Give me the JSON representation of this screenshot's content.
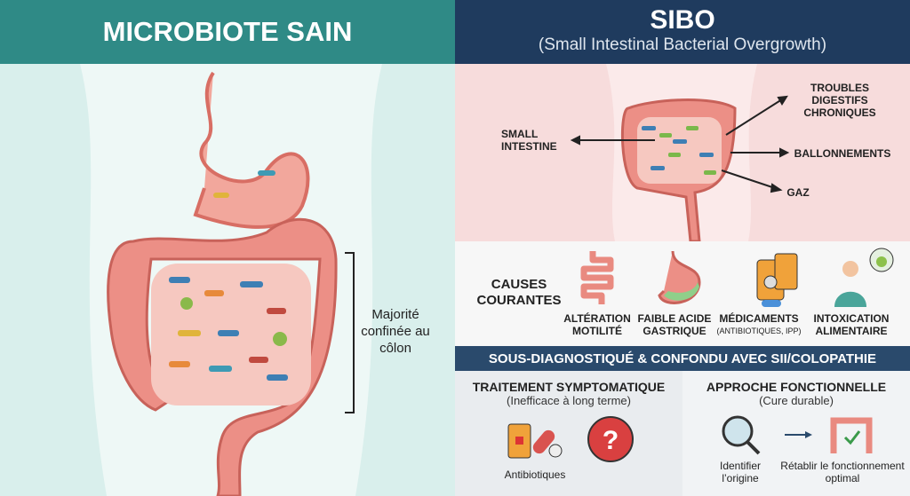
{
  "left": {
    "title": "MICROBIOTE SAIN",
    "annotation": "Majorité confinée au côlon"
  },
  "right": {
    "title": "SIBO",
    "subtitle": "(Small Intestinal Bacterial Overgrowth)",
    "labels": {
      "small_intestine": "SMALL INTESTINE",
      "troubles": "TROUBLES DIGESTIFS CHRONIQUES",
      "ballonnements": "BALLONNEMENTS",
      "gaz": "GAZ"
    },
    "causes": {
      "title": "CAUSES COURANTES",
      "items": [
        {
          "label": "ALTÉRATION MOTILITÉ",
          "note": ""
        },
        {
          "label": "FAIBLE ACIDE GASTRIQUE",
          "note": ""
        },
        {
          "label": "MÉDICAMENTS",
          "note": "(ANTIBIOTIQUES, IPP)"
        },
        {
          "label": "INTOXICATION ALIMENTAIRE",
          "note": ""
        }
      ]
    },
    "banner": "SOUS-DIAGNOSTIQUÉ & CONFONDU AVEC SII/COLOPATHIE",
    "treatment": {
      "title": "TRAITEMENT SYMPTOMATIQUE",
      "subtitle": "(Inefficace à long terme)",
      "caption": "Antibiotiques"
    },
    "functional": {
      "title": "APPROCHE FONCTIONNELLE",
      "subtitle": "(Cure durable)",
      "step1": "Identifier l’origine",
      "step2": "Rétablir le fonctionnement optimal"
    }
  },
  "colors": {
    "teal": "#2f8a86",
    "navy": "#1f3b5e",
    "intestine": "#e98a80"
  }
}
